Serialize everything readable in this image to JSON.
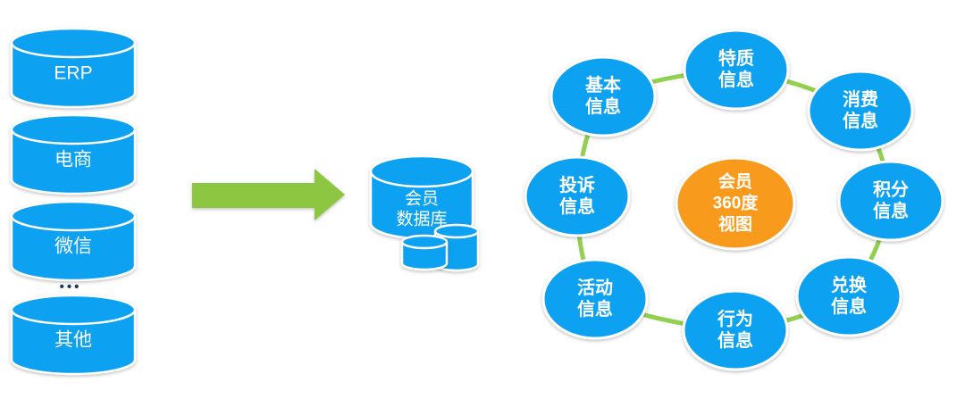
{
  "colors": {
    "cylinder_blue": "#0ba1f1",
    "arrow_green": "#8dc63f",
    "connector_green": "#92d050",
    "center_orange": "#f89b1c",
    "ellipsis_navy": "#1f3864",
    "label_white": "#ffffff"
  },
  "sources": {
    "items": [
      {
        "label": "ERP"
      },
      {
        "label": "电商"
      },
      {
        "label": "微信"
      },
      {
        "label": "其他"
      }
    ],
    "ellipsis": "•••"
  },
  "database": {
    "label": "会员数据库",
    "lines": [
      "会员",
      "数据库"
    ]
  },
  "ring": {
    "center": {
      "label": "会员360度视图",
      "lines": [
        "会员",
        "360度",
        "视图"
      ]
    },
    "nodes": [
      {
        "label": "基本信息",
        "lines": [
          "基本",
          "信息"
        ]
      },
      {
        "label": "特质信息",
        "lines": [
          "特质",
          "信息"
        ]
      },
      {
        "label": "消费信息",
        "lines": [
          "消费",
          "信息"
        ]
      },
      {
        "label": "积分信息",
        "lines": [
          "积分",
          "信息"
        ]
      },
      {
        "label": "兑换信息",
        "lines": [
          "兑换",
          "信息"
        ]
      },
      {
        "label": "行为信息",
        "lines": [
          "行为",
          "信息"
        ]
      },
      {
        "label": "活动信息",
        "lines": [
          "活动",
          "信息"
        ]
      },
      {
        "label": "投诉信息",
        "lines": [
          "投诉",
          "信息"
        ]
      }
    ]
  }
}
